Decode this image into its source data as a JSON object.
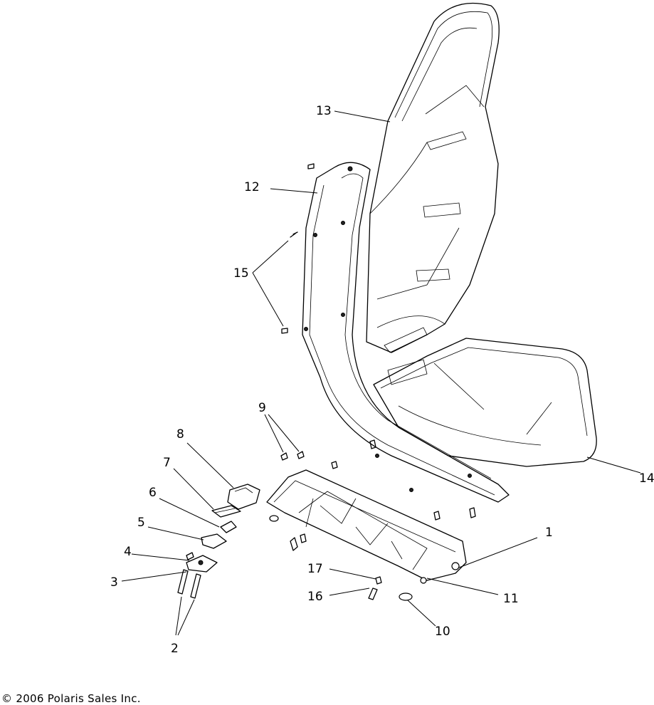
{
  "callouts": [
    {
      "id": "1",
      "label": "1"
    },
    {
      "id": "2",
      "label": "2"
    },
    {
      "id": "3",
      "label": "3"
    },
    {
      "id": "4",
      "label": "4"
    },
    {
      "id": "5",
      "label": "5"
    },
    {
      "id": "6",
      "label": "6"
    },
    {
      "id": "7",
      "label": "7"
    },
    {
      "id": "8",
      "label": "8"
    },
    {
      "id": "9",
      "label": "9"
    },
    {
      "id": "10",
      "label": "10"
    },
    {
      "id": "11",
      "label": "11"
    },
    {
      "id": "12",
      "label": "12"
    },
    {
      "id": "13",
      "label": "13"
    },
    {
      "id": "14",
      "label": "14"
    },
    {
      "id": "15",
      "label": "15"
    },
    {
      "id": "16",
      "label": "16"
    },
    {
      "id": "17",
      "label": "17"
    }
  ],
  "copyright": "© 2006 Polaris Sales Inc."
}
